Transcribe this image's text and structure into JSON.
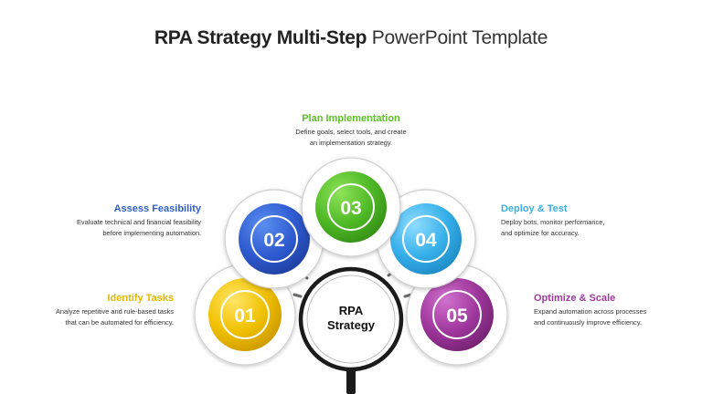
{
  "title": {
    "bold": "RPA Strategy Multi-Step",
    "light": "PowerPoint Template"
  },
  "hub": {
    "line1": "RPA",
    "line2": "Strategy"
  },
  "steps": [
    {
      "number": "01",
      "label": "Identify Tasks",
      "desc_line1": "Analyze repetitive and rule-based tasks",
      "desc_line2": "that can be automated for efficiency.",
      "color": "#e8b800"
    },
    {
      "number": "02",
      "label": "Assess Feasibility",
      "desc_line1": "Evaluate technical and financial feasibility",
      "desc_line2": "before implementing automation.",
      "color": "#3060c8"
    },
    {
      "number": "03",
      "label": "Plan Implementation",
      "desc_line1": "Define goals, select tools, and create",
      "desc_line2": "an implementation strategy.",
      "color": "#5cbf2a"
    },
    {
      "number": "04",
      "label": "Deploy & Test",
      "desc_line1": "Deploy bots, monitor performance,",
      "desc_line2": "and optimize for accuracy.",
      "color": "#3ab0e6"
    },
    {
      "number": "05",
      "label": "Optimize & Scale",
      "desc_line1": "Expand automation across processes",
      "desc_line2": "and continuously improve efficiency.",
      "color": "#a03c9e"
    }
  ]
}
